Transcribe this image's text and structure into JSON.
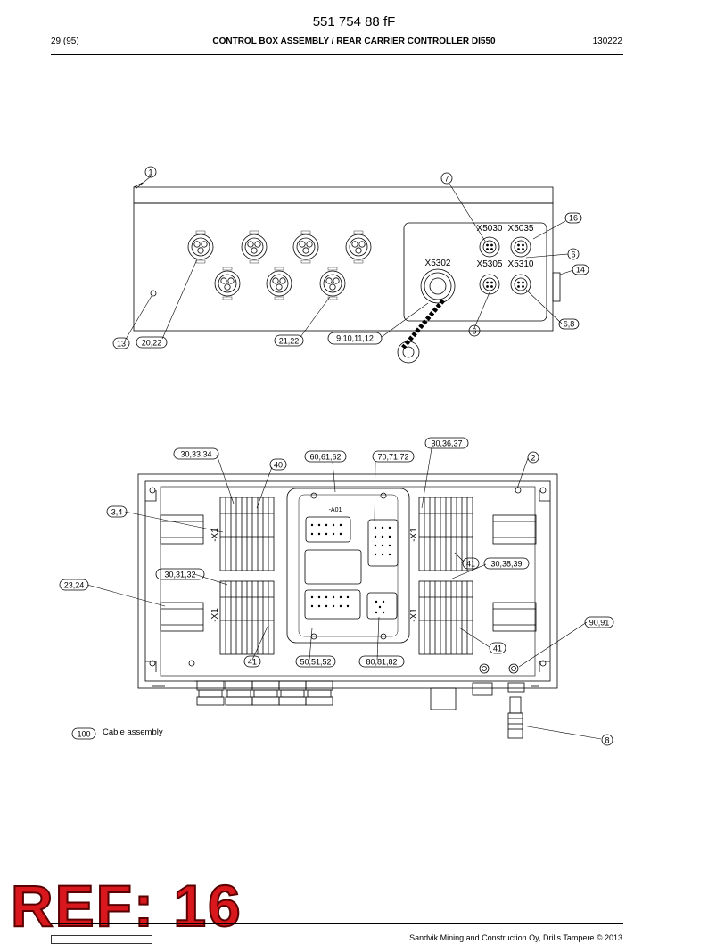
{
  "header": {
    "doc_number": "551 754 88 fF",
    "page": "29 (95)",
    "title": "CONTROL BOX ASSEMBLY / REAR CARRIER CONTROLLER DI550",
    "date": "130222"
  },
  "callouts": {
    "c1": "1",
    "c7": "7",
    "c16": "16",
    "c6a": "6",
    "c14": "14",
    "c68": "6,8",
    "c6b": "6",
    "c9_12": "9,10,11,12",
    "c21_22": "21,22",
    "c20_22": "20,22",
    "c13": "13",
    "c30_36_37": "30,36,37",
    "c30_33_34": "30,33,34",
    "c60_62": "60,61,62",
    "c70_72": "70,71,72",
    "c2": "2",
    "c40": "40",
    "c3_4": "3,4",
    "c41a": "41",
    "c30_38_39": "30,38,39",
    "c30_31_32": "30,31,32",
    "c23_24": "23,24",
    "c90_91": "90,91",
    "c41b": "41",
    "c41c": "41",
    "c50_52": "50,51,52",
    "c80_82": "80,81,82",
    "c8": "8",
    "c100": "100"
  },
  "connectors": {
    "x5030": "X5030",
    "x5035": "X5035",
    "x5302": "X5302",
    "x5305": "X5305",
    "x5310": "X5310",
    "x1": "-X1",
    "a01": "-A01"
  },
  "legend": {
    "item_100": "Cable assembly"
  },
  "watermark": "REF: 16",
  "footer": {
    "copyright": "Sandvik Mining and Construction Oy, Drills Tampere © 2013"
  }
}
